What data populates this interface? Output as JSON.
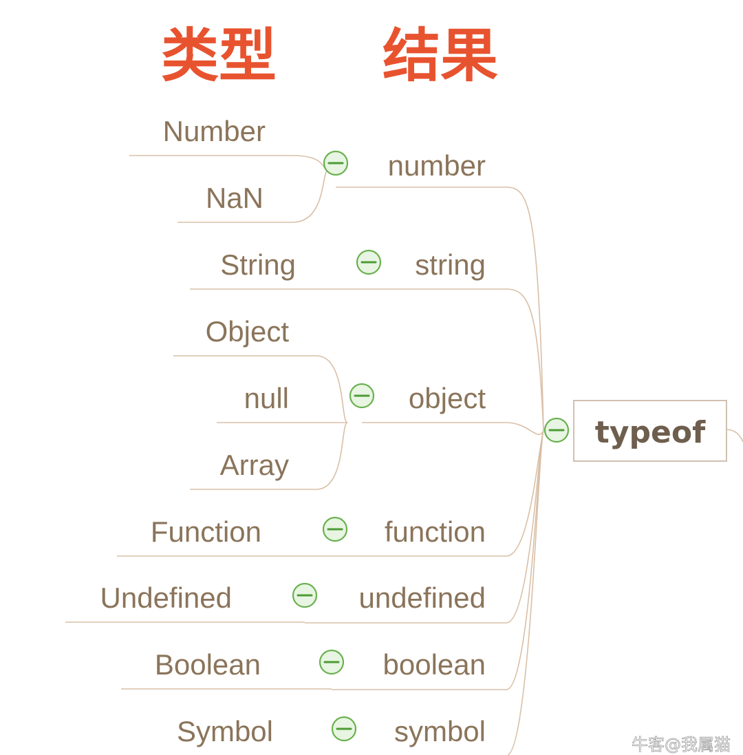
{
  "headers": {
    "type": "类型",
    "result": "结果"
  },
  "root": {
    "label": "typeof"
  },
  "groups": [
    {
      "result": "number",
      "types": [
        "Number",
        "NaN"
      ]
    },
    {
      "result": "string",
      "types": [
        "String"
      ]
    },
    {
      "result": "object",
      "types": [
        "Object",
        "null",
        "Array"
      ]
    },
    {
      "result": "function",
      "types": [
        "Function"
      ]
    },
    {
      "result": "undefined",
      "types": [
        "Undefined"
      ]
    },
    {
      "result": "boolean",
      "types": [
        "Boolean"
      ]
    },
    {
      "result": "symbol",
      "types": [
        "Symbol"
      ]
    }
  ],
  "icons": {
    "toggle": "collapse-minus-icon"
  },
  "colors": {
    "header": "#e8532f",
    "label": "#8a745a",
    "line": "#d9bfa6",
    "toggle_fill": "#e8f5e2",
    "toggle_stroke": "#69b14f"
  },
  "watermark": "牛客@我属猫"
}
